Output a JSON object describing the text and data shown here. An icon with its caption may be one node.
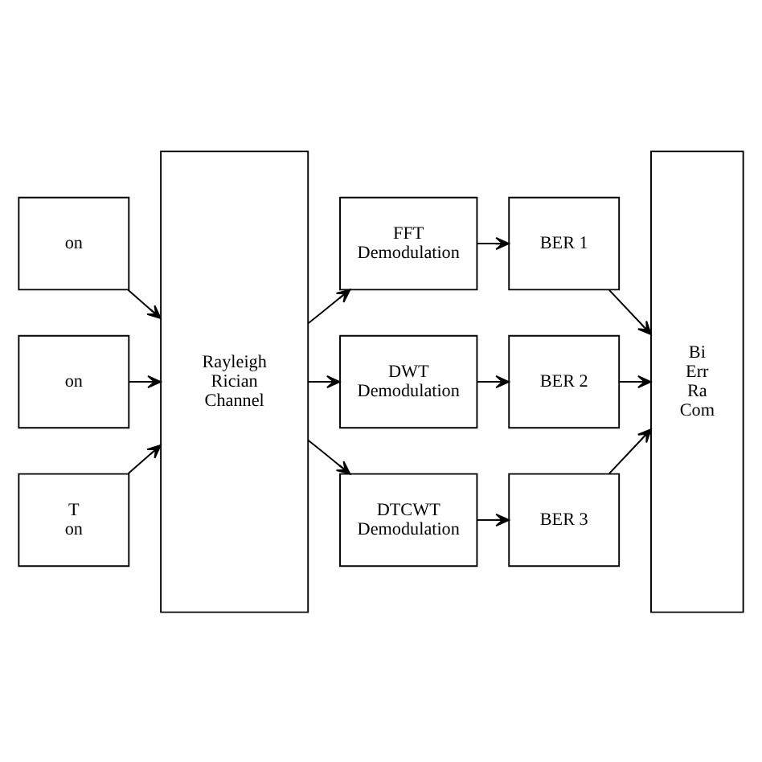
{
  "diagram": {
    "nodes": [
      {
        "text": [
          "on"
        ]
      },
      {
        "text": [
          "on"
        ]
      },
      {
        "text": [
          "T on"
        ]
      },
      {
        "text": [
          "Rayleigh Rician Channel"
        ]
      },
      {
        "text": [
          "FFT Demodulation"
        ]
      },
      {
        "text": [
          "BER 1"
        ]
      },
      {
        "text": [
          "DWT Demodulation"
        ]
      },
      {
        "text": [
          "BER 2"
        ]
      },
      {
        "text": [
          "DTCWT Demodulation"
        ]
      },
      {
        "text": [
          "BER 3"
        ]
      },
      {
        "text": [
          "Bi Err Ra Com"
        ]
      }
    ],
    "edges": [
      {
        "from": 0,
        "to": 3,
        "arrow": "to"
      },
      {
        "from": 1,
        "to": 3,
        "arrow": "to"
      },
      {
        "from": 2,
        "to": 3,
        "arrow": "to"
      },
      {
        "from": 3,
        "to": 4,
        "arrow": "to"
      },
      {
        "from": 3,
        "to": 6,
        "arrow": "to"
      },
      {
        "from": 3,
        "to": 8,
        "arrow": "to"
      },
      {
        "from": 4,
        "to": 5,
        "arrow": "to"
      },
      {
        "from": 6,
        "to": 7,
        "arrow": "to"
      },
      {
        "from": 8,
        "to": 9,
        "arrow": "to"
      },
      {
        "from": 5,
        "to": 10,
        "arrow": "to"
      },
      {
        "from": 7,
        "to": 10,
        "arrow": "to"
      },
      {
        "from": 9,
        "to": 10,
        "arrow": "to"
      }
    ]
  }
}
